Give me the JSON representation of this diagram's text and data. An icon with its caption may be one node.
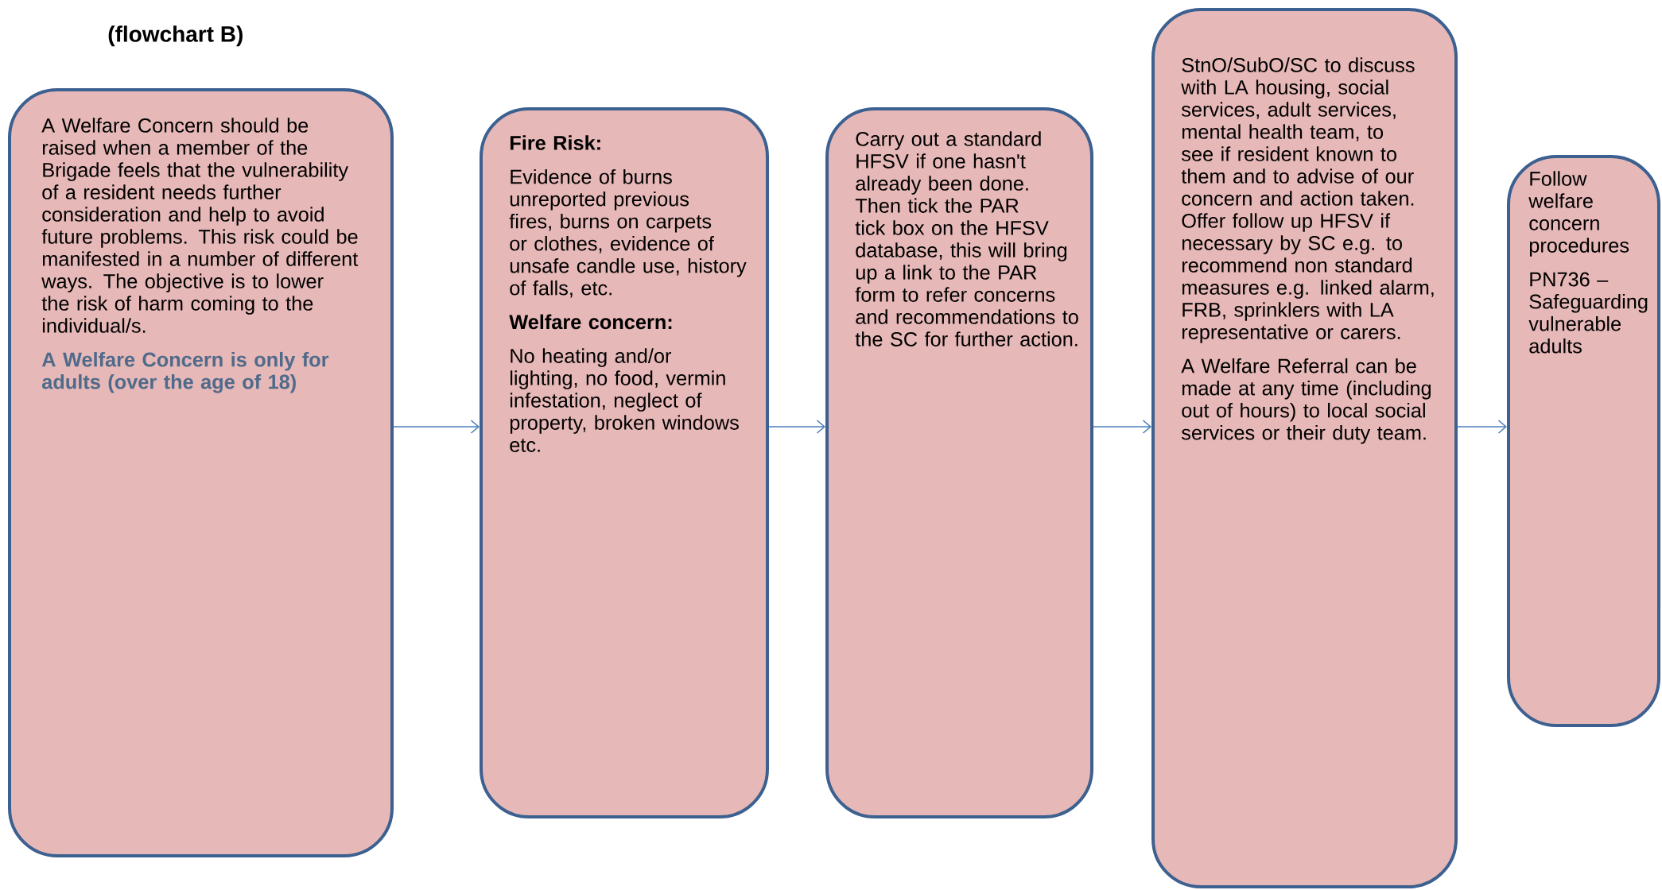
{
  "diagram": {
    "title": "(flowchart B)",
    "nodes": [
      {
        "text": [
          "A Welfare Concern should be raised when a member of the Brigade feels that the vulnerability of a resident needs further consideration and help to avoid future problems.  This risk could be manifested in a number of different ways.  The objective is to lower the risk of harm coming to the individual/s.",
          "A Welfare Concern is only for adults (over the age of 18)"
        ]
      },
      {
        "text": [
          "Fire Risk:",
          "Evidence of burns unreported previous fires, burns on carpets or clothes, evidence of unsafe candle use, history of falls, etc.",
          "Welfare concern:",
          "No heating and/or lighting, no food, vermin infestation, neglect of property, broken windows etc."
        ]
      },
      {
        "text": [
          "Carry out a standard HFSV if one hasn't already been done. Then tick the PAR tick box on the HFSV database, this will bring up a link to the PAR form to refer concerns and recommendations to the SC for further action."
        ]
      },
      {
        "text": [
          "StnO/SubO/SC to discuss with LA housing, social services, adult services, mental health team, to see if resident known to them and to advise of our concern and action taken. Offer follow up HFSV if necessary by SC e.g. to recommend non standard measures e.g. linked alarm, FRB, sprinklers with LA representative or carers.",
          "A Welfare Referral can be made at any time (including out of hours) to local social services or their duty team."
        ]
      },
      {
        "text": [
          "Follow welfare concern procedures",
          "PN736 – Safeguarding vulnerable adults"
        ]
      }
    ],
    "edges": [
      {
        "from": 0,
        "to": 1,
        "arrow": "to"
      },
      {
        "from": 1,
        "to": 2,
        "arrow": "to"
      },
      {
        "from": 2,
        "to": 3,
        "arrow": "to"
      },
      {
        "from": 3,
        "to": 4,
        "arrow": "to"
      }
    ]
  }
}
